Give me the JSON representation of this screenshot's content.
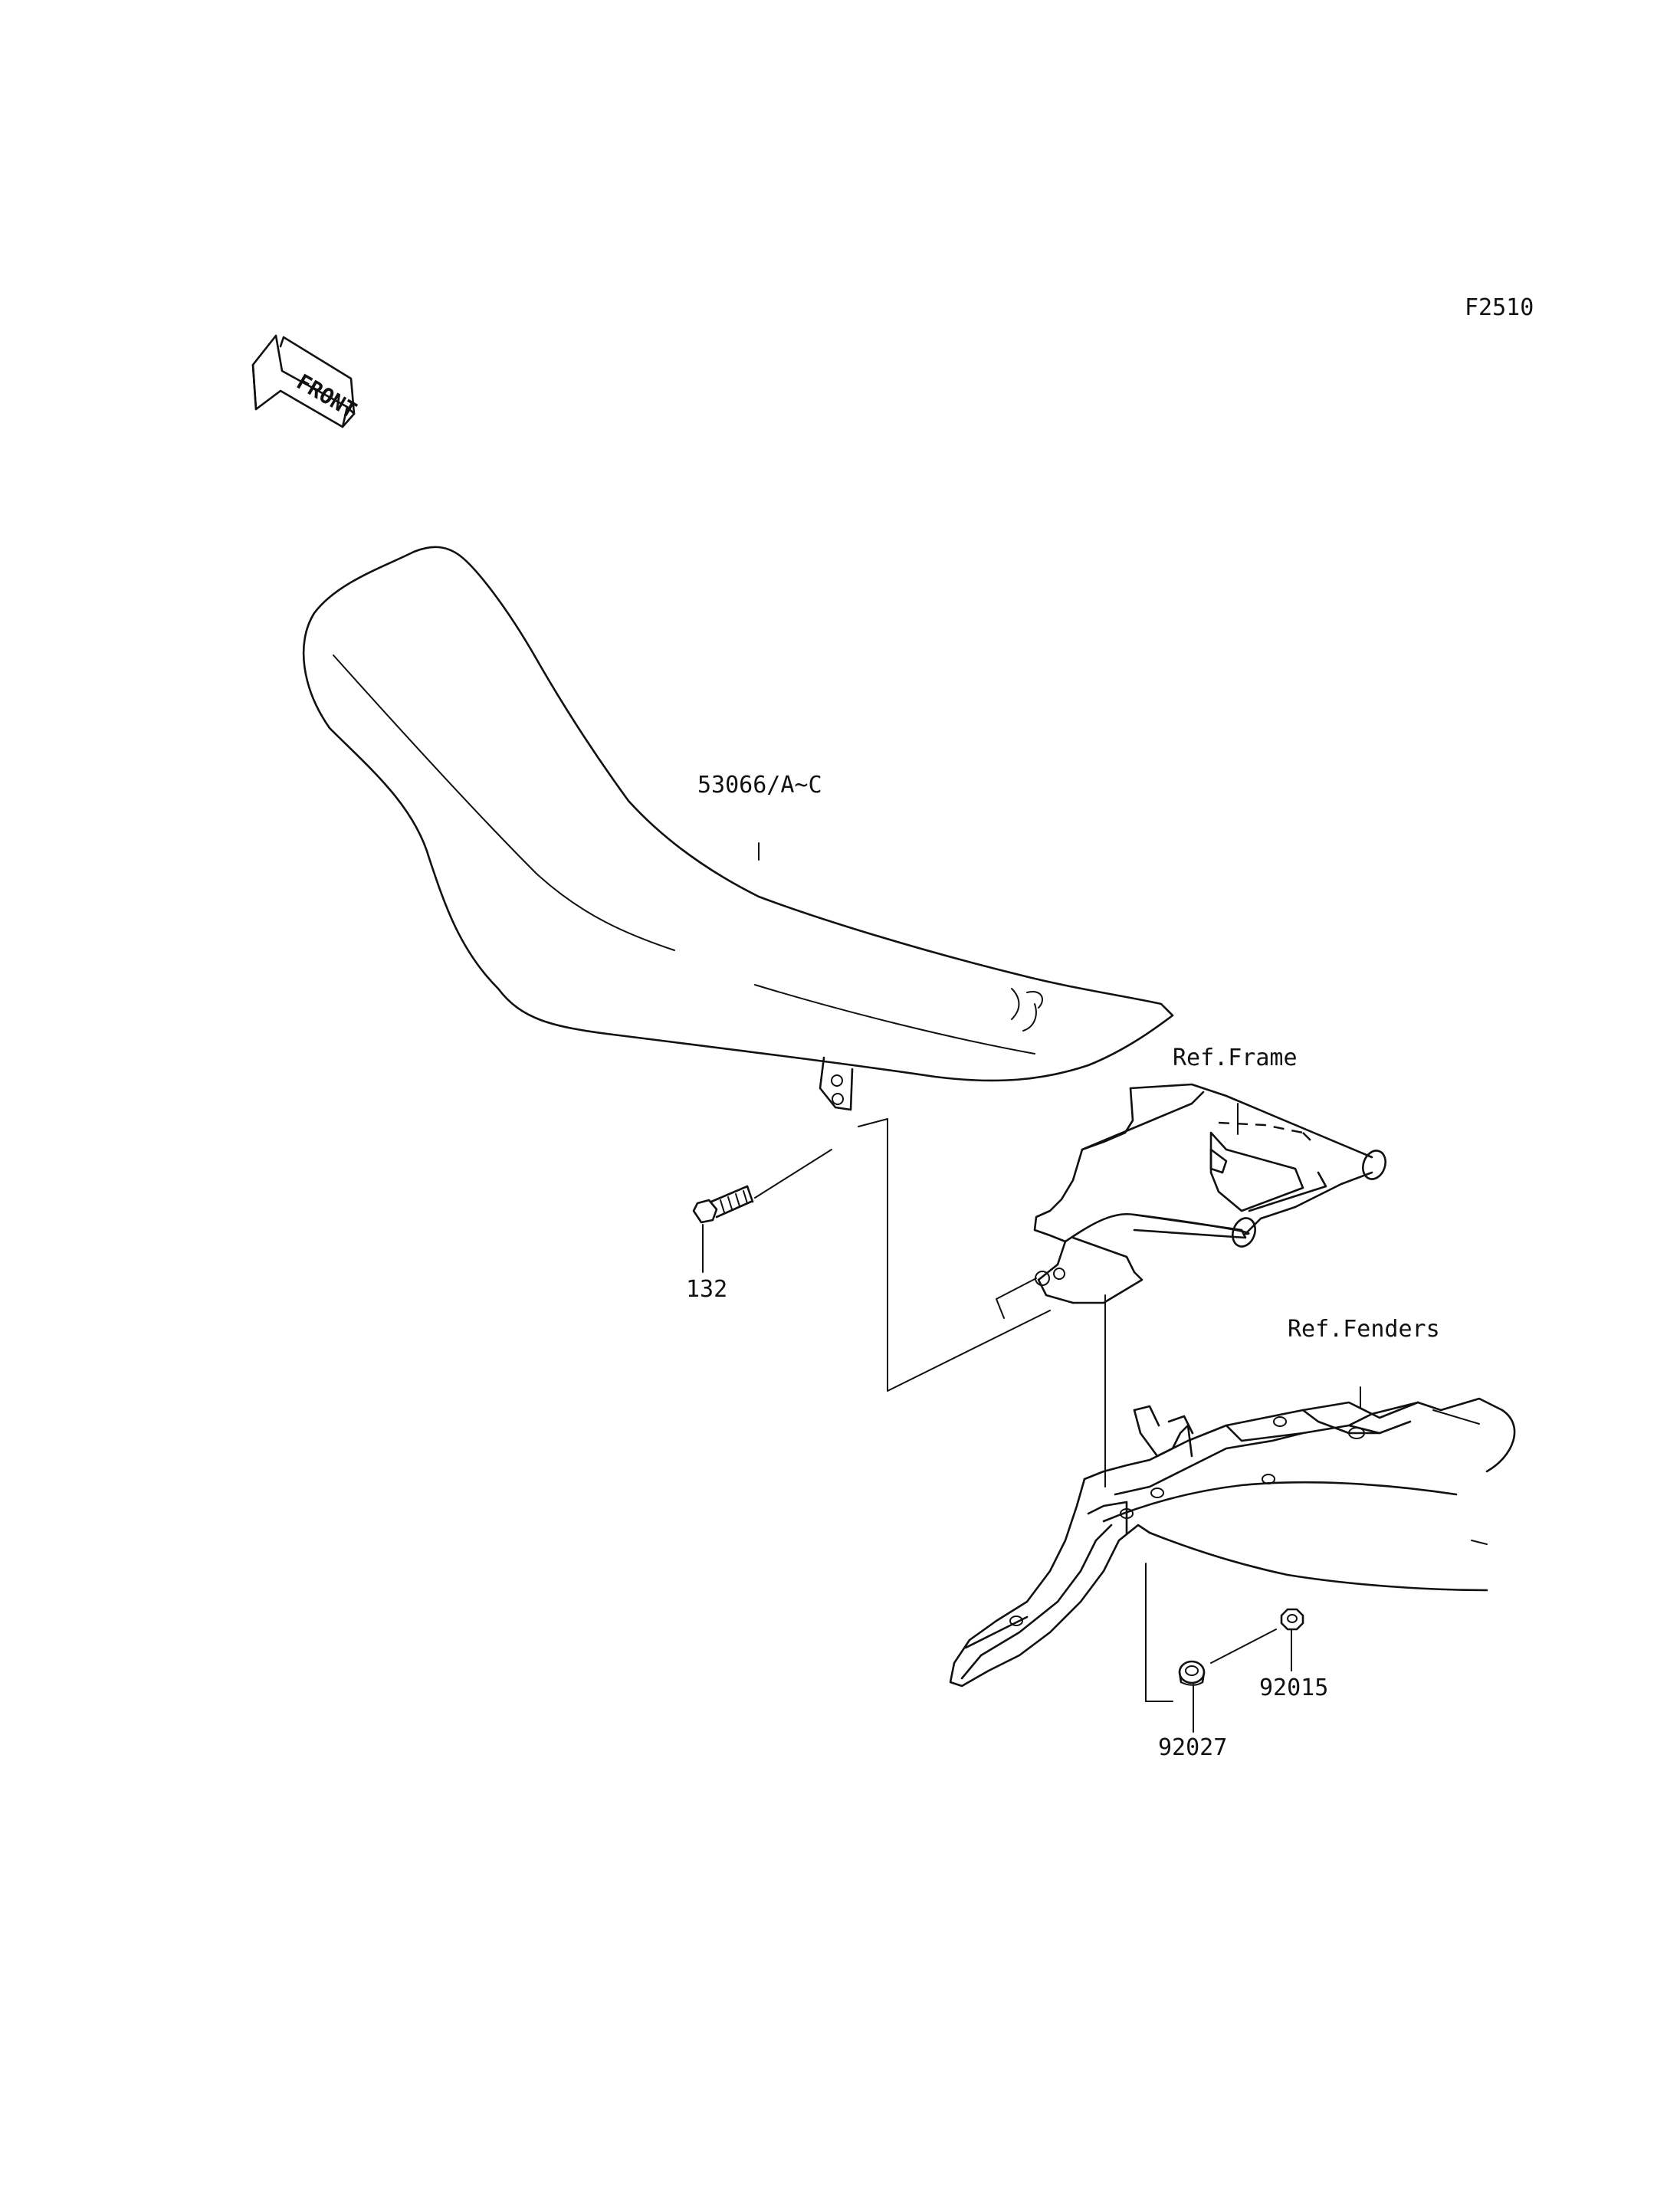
{
  "diagram_code": "F2510",
  "front_arrow": {
    "text": "FRONT"
  },
  "parts": [
    {
      "id": "seat",
      "number": "53066/A~C"
    },
    {
      "id": "bolt",
      "number": "132"
    },
    {
      "id": "frame",
      "number": "Ref.Frame"
    },
    {
      "id": "fenders",
      "number": "Ref.Fenders"
    },
    {
      "id": "collar",
      "number": "92027"
    },
    {
      "id": "nut",
      "number": "92015"
    }
  ]
}
